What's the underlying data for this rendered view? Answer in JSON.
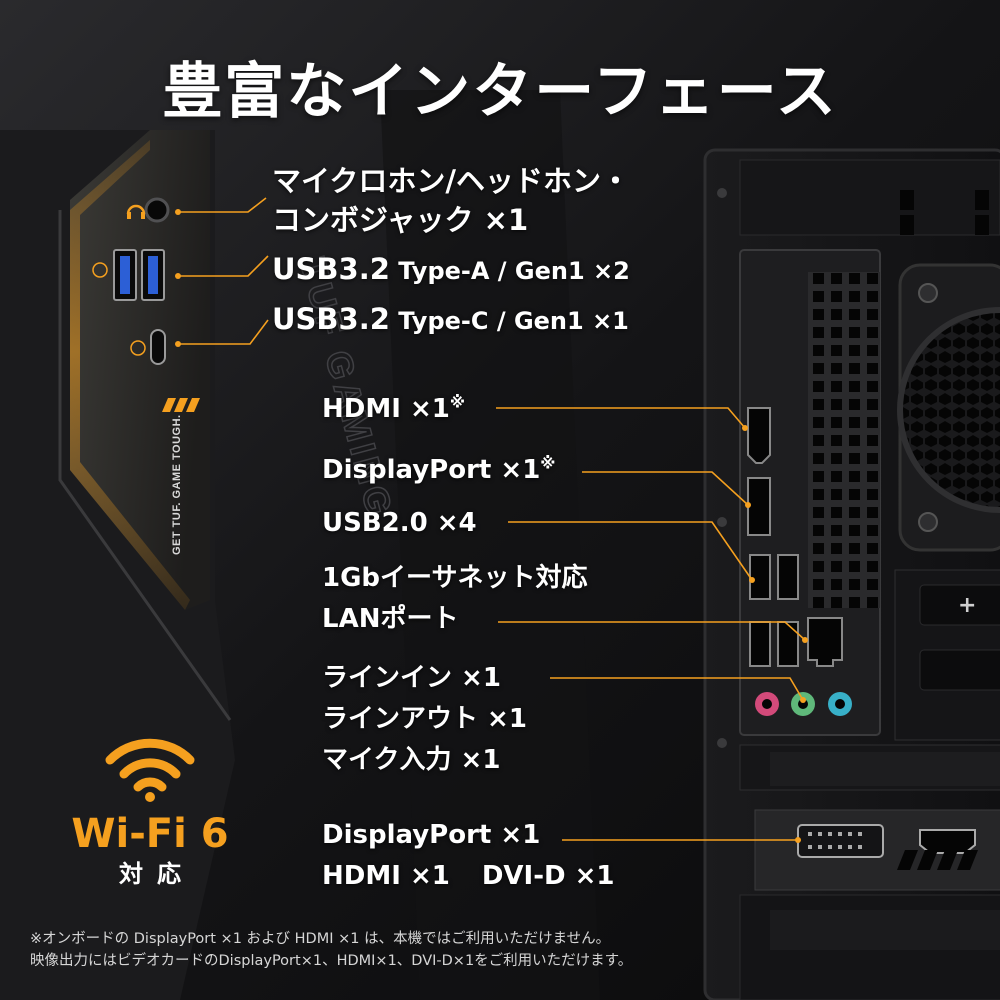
{
  "title": "豊富なインターフェース",
  "front_panel": {
    "audio_jack": {
      "line1": "マイクロホン/ヘッドホン・",
      "line2": "コンボジャック ×1"
    },
    "usb_a": {
      "name": "USB3.2",
      "detail": " Type-A / Gen1  ×2"
    },
    "usb_c": {
      "name": "USB3.2",
      "detail": " Type-C / Gen1  ×1"
    },
    "panel_text": "GET TUF. GAME TOUGH.",
    "case_brand": "TUF GAMING"
  },
  "rear_panel": {
    "hdmi": {
      "label": "HDMI ×1",
      "mark": "※"
    },
    "displayport": {
      "label": "DisplayPort ×1",
      "mark": "※"
    },
    "usb2": {
      "label": "USB2.0 ×4"
    },
    "lan": {
      "line1": "1Gbイーサネット対応",
      "line2": "LANポート"
    },
    "audio": {
      "line1": "ラインイン ×1",
      "line2": "ラインアウト ×1",
      "line3": "マイク入力 ×1"
    },
    "gpu": {
      "line1": "DisplayPort ×1",
      "line2_a": "HDMI ×1",
      "line2_b": "DVI-D ×1"
    }
  },
  "wifi": {
    "name": "Wi-Fi 6",
    "sub": "対応"
  },
  "footnote": {
    "line1": "※オンボードの DisplayPort ×1 および HDMI ×1 は、本機ではご利用いただけません。",
    "line2": "映像出力にはビデオカードのDisplayPort×1、HDMI×1、DVI-D×1をご利用いただけます。"
  },
  "colors": {
    "accent": "#f5a01f",
    "background": "#0d0d0f",
    "text": "#ffffff"
  }
}
